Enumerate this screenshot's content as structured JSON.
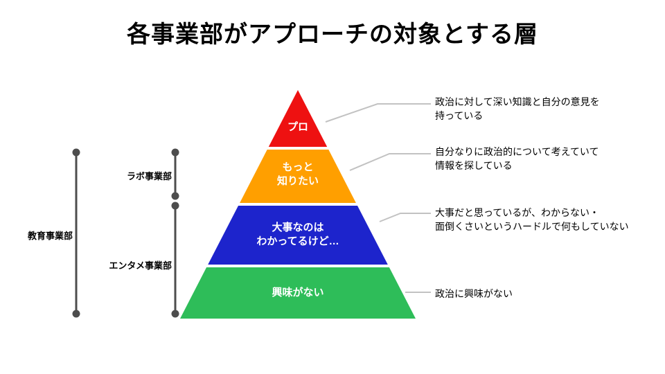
{
  "title": "各事業部がアプローチの対象とする層",
  "colors": {
    "connector": "#c2c2c2",
    "bracket": "#4d4d4d"
  },
  "pyramid": {
    "levels": [
      {
        "label": "プロ",
        "color": "#ee1111",
        "description": "政治に対して深い知識と自分の意見を\n持っている"
      },
      {
        "label": "もっと\n知りたい",
        "color": "#ff9f00",
        "description": "自分なりに政治的について考えていて\n情報を探している"
      },
      {
        "label": "大事なのは\nわかってるけど…",
        "color": "#1d24cc",
        "description": "大事だと思っているが、わからない・\n面倒くさいというハードルで何もしていない"
      },
      {
        "label": "興味がない",
        "color": "#2ebd59",
        "description": "政治に興味がない"
      }
    ]
  },
  "brackets": [
    {
      "label": "教育事業部"
    },
    {
      "label": "ラボ事業部"
    },
    {
      "label": "エンタメ事業部"
    }
  ]
}
